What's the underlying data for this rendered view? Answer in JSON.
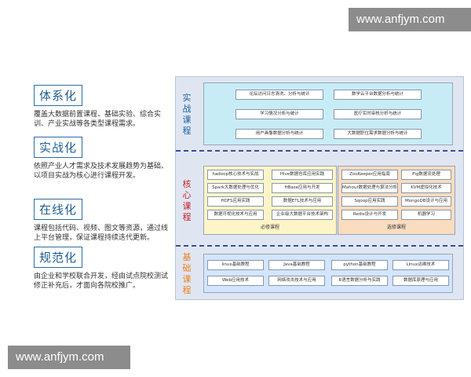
{
  "watermarks": {
    "top": "www.anfjym.com",
    "bottom": "www.anfjym.com"
  },
  "features": [
    {
      "title": "体系化",
      "desc": "覆盖大数据前置课程、基础实验、综合实训、产业实战等各类型课程需求。"
    },
    {
      "title": "实战化",
      "desc": "依照产业人才需求及技术发展趋势为基础、以项目实战为核心进行课程开发。"
    },
    {
      "title": "在线化",
      "desc": "课程包括代码、视频、图文等资源，通过线上平台管理，保证课程持续迭代更新。"
    },
    {
      "title": "规范化",
      "desc": "由企业和学校联合开发，经由试点院校测试修正补充后，才面向各院校推广。"
    }
  ],
  "diagram": {
    "practice": {
      "label": "实战课程",
      "items": [
        "论坛访问日志清洗、分析与统计",
        "数学云平台数据分析与统计",
        "学习情况分析与统计",
        "医疗实时审核分析与统计",
        "用户画像数据分析与统计",
        "大数据职位需求数据分析与统计"
      ]
    },
    "core": {
      "label": "核心课程",
      "required_items": [
        "hadoop核心技术与实战",
        "Hive数据仓库应用实践",
        "Spark大数据处理与优化",
        "HBase应用与开发",
        "HDFS应用实践",
        "数据ETL技术与应用",
        "数据可视化技术与应用",
        "企业级大数据平台技术架构"
      ],
      "required_label": "必修课程",
      "elective_items": [
        "ZooKeeper应用指南",
        "Pig数据流处理",
        "Mahout数据处理与算法分析",
        "KVM虚拟化技术",
        "Sqoop应用实践",
        "MongoDB设计与应用",
        "Redis设计与开发",
        "机器学习"
      ],
      "elective_label": "选修课程"
    },
    "basic": {
      "label": "基础课程",
      "items": [
        "linux基础教程",
        "Java基础教程",
        "python基础教程",
        "Linux运维技术",
        "Web应用技术",
        "网络攻击技术与应用",
        "R语言数据分析与实践",
        "数据库原理与应用"
      ]
    }
  },
  "colors": {
    "practice": "#c8ecf6",
    "required": "#fdf5c7",
    "elective": "#fadcbf",
    "basic": "#d3e5ff",
    "practice_label": "#1b63a6",
    "core_label": "#c8232b",
    "basic_label": "#f07d1c",
    "feature_title": "#1f5f93"
  }
}
